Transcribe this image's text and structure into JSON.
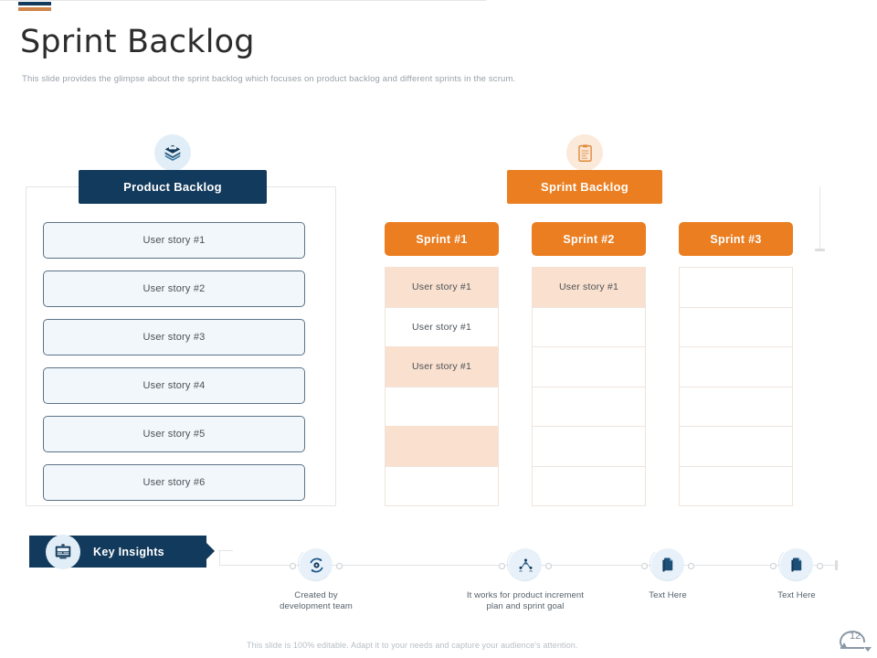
{
  "header": {
    "title": "Sprint Backlog",
    "subtitle": "This slide provides the glimpse about the sprint backlog which focuses on product backlog and different sprints in the scrum."
  },
  "product_backlog": {
    "chip_label": "Product Backlog",
    "icon": "stacked-tray-icon",
    "items": [
      {
        "label": "User story #1"
      },
      {
        "label": "User story #2"
      },
      {
        "label": "User story #3"
      },
      {
        "label": "User story #4"
      },
      {
        "label": "User story #5"
      },
      {
        "label": "User story #6"
      }
    ]
  },
  "sprint_backlog": {
    "chip_label": "Sprint Backlog",
    "icon": "clipboard-icon",
    "columns": [
      {
        "header": "Sprint #1",
        "cells": [
          {
            "label": "User story #1",
            "filled": true
          },
          {
            "label": "User story #1",
            "filled": false
          },
          {
            "label": "User story #1",
            "filled": true
          },
          {
            "label": "",
            "filled": false
          },
          {
            "label": "",
            "filled": true
          },
          {
            "label": "",
            "filled": false
          }
        ]
      },
      {
        "header": "Sprint #2",
        "cells": [
          {
            "label": "User story #1",
            "filled": true
          },
          {
            "label": "",
            "filled": false
          },
          {
            "label": "",
            "filled": false
          },
          {
            "label": "",
            "filled": false
          },
          {
            "label": "",
            "filled": false
          },
          {
            "label": "",
            "filled": false
          }
        ]
      },
      {
        "header": "Sprint #3",
        "cells": [
          {
            "label": "",
            "filled": false
          },
          {
            "label": "",
            "filled": false
          },
          {
            "label": "",
            "filled": false
          },
          {
            "label": "",
            "filled": false
          },
          {
            "label": "",
            "filled": false
          },
          {
            "label": "",
            "filled": false
          }
        ]
      }
    ]
  },
  "key_insights": {
    "label": "Key Insights",
    "icon": "insights-board-icon",
    "nodes": [
      {
        "icon": "gear-cycle-icon",
        "line1": "Created by",
        "line2": "development team"
      },
      {
        "icon": "team-network-icon",
        "line1": "It works for product increment",
        "line2": "plan and sprint goal"
      },
      {
        "icon": "document-icon",
        "line1": "Text Here",
        "line2": ""
      },
      {
        "icon": "document-icon",
        "line1": "Text Here",
        "line2": ""
      }
    ]
  },
  "footer": {
    "note": "This slide is 100% editable. Adapt it to your needs and capture your audience's attention.",
    "page_number": "12",
    "page_icon": "sprint-loop-icon"
  },
  "colors": {
    "navy": "#123a5c",
    "orange": "#ea7e21",
    "peach_fill": "#fae0ce",
    "card_fill": "#f2f7fb",
    "card_border": "#5c7388",
    "line": "#e3e5e7"
  }
}
